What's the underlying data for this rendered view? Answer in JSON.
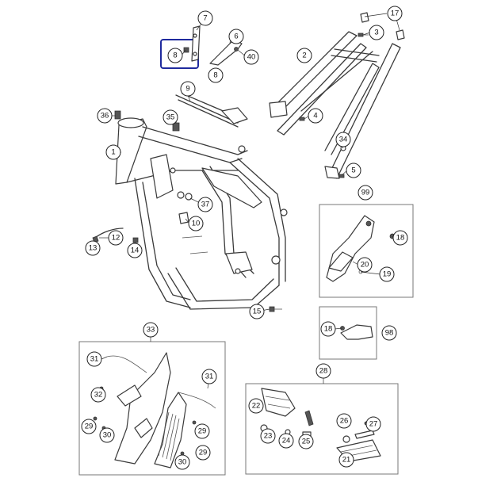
{
  "callouts": {
    "c1": "1",
    "c2": "2",
    "c3": "3",
    "c4": "4",
    "c5": "5",
    "c6": "6",
    "c7": "7",
    "c8a": "8",
    "c8b": "8",
    "c9": "9",
    "c10": "10",
    "c12": "12",
    "c13": "13",
    "c14": "14",
    "c15": "15",
    "c17": "17",
    "c18a": "18",
    "c18b": "18",
    "c19": "19",
    "c20": "20",
    "c21": "21",
    "c22": "22",
    "c23": "23",
    "c24": "24",
    "c25": "25",
    "c26": "26",
    "c27": "27",
    "c28": "28",
    "c29a": "29",
    "c29b": "29",
    "c29c": "29",
    "c30a": "30",
    "c30b": "30",
    "c31a": "31",
    "c31b": "31",
    "c32": "32",
    "c33": "33",
    "c34": "34",
    "c35": "35",
    "c36": "36",
    "c37": "37",
    "c40": "40",
    "c98": "98",
    "c99": "99"
  },
  "highlight_color": "#1f2a9e"
}
